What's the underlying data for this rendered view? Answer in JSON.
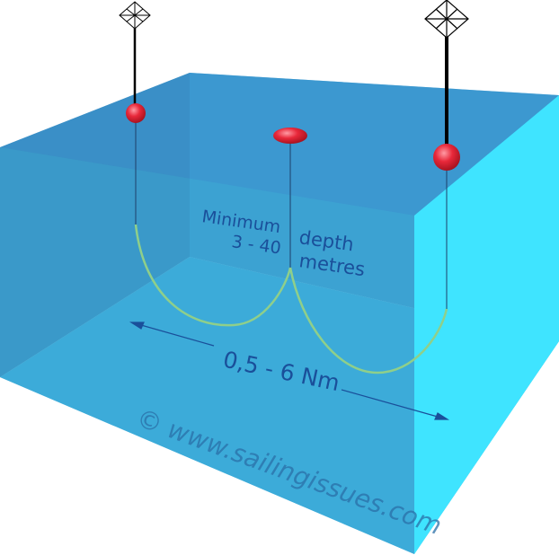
{
  "labels": {
    "depth_line1_left": "Minimum",
    "depth_line1_right": "depth",
    "depth_line2_left": "3 - 40",
    "depth_line2_right": "metres",
    "distance": "0,5 - 6 Nm",
    "watermark": "© www.sailingissues.com"
  },
  "colors": {
    "water_left": "#3a8fc0",
    "water_back": "#3ea3d6",
    "water_bottom": "#3fb6e4",
    "water_right": "#3fe4ff",
    "rope": "#8fcf8a",
    "buoy": "#e8283a",
    "text": "#1a4f9a"
  }
}
